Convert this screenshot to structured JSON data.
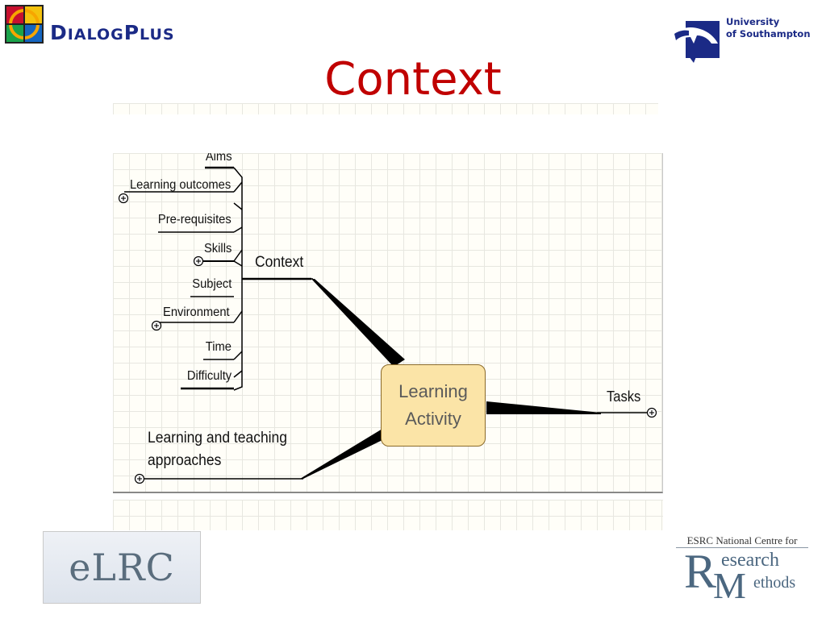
{
  "header": {
    "dialogplus_logo": {
      "first": "D",
      "rest1": "IALOG",
      "cap2": "P",
      "rest2": "LUS"
    },
    "southampton_logo": {
      "line1": "University",
      "line2": "of Southampton"
    },
    "title": "Context"
  },
  "diagram": {
    "center": {
      "line1": "Learning",
      "line2": "Activity"
    },
    "context_label": "Context",
    "context_children": [
      {
        "label": "Aims"
      },
      {
        "label": "Learning outcomes"
      },
      {
        "label": "Pre-requisites"
      },
      {
        "label": "Skills"
      },
      {
        "label": "Subject"
      },
      {
        "label": "Environment"
      },
      {
        "label": "Time"
      },
      {
        "label": "Difficulty"
      }
    ],
    "tasks_label": "Tasks",
    "lta_label": {
      "line1": "Learning and teaching",
      "line2": "approaches"
    },
    "expand_symbol": "+"
  },
  "footer": {
    "elrc_logo": "eLRC",
    "ncrm_logo": {
      "top": "ESRC National Centre for",
      "R": "R",
      "esearch": "esearch",
      "M": "M",
      "ethods": "ethods"
    }
  },
  "colors": {
    "title": "#c00000",
    "logo_blue": "#1b2a86",
    "center_fill": "#fbe4a7",
    "grid_line": "#e7e7e0"
  }
}
